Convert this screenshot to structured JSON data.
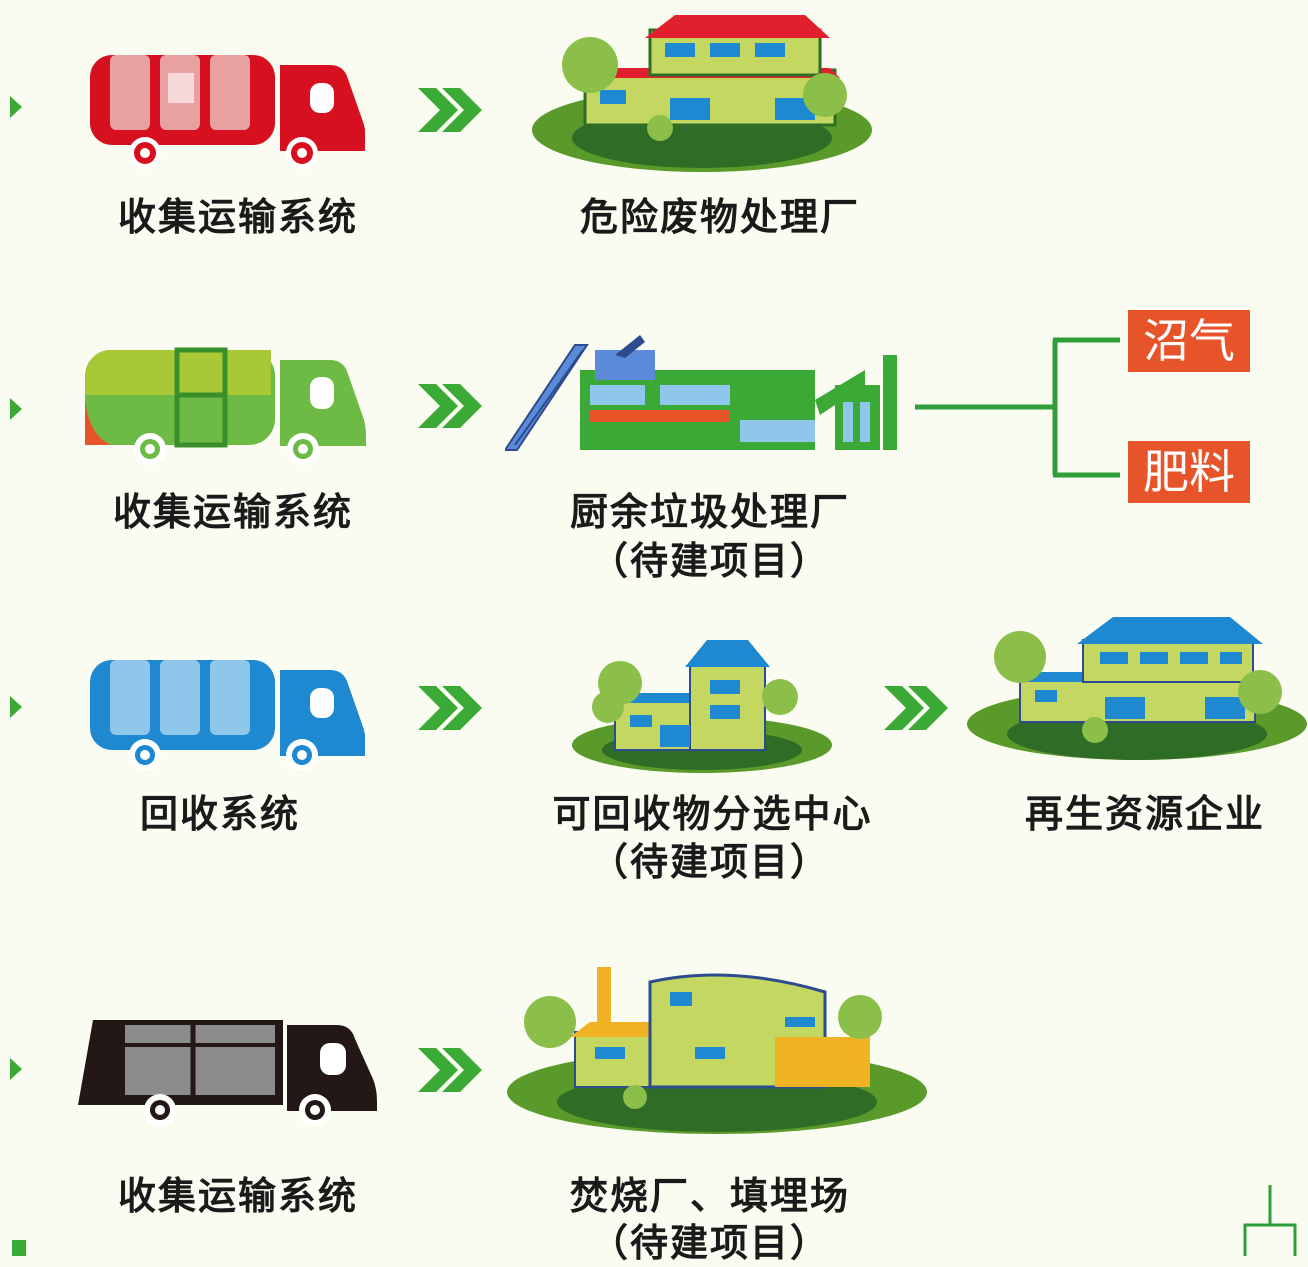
{
  "rows": [
    {
      "source": "收集运输系统",
      "facility": "危险废物处理厂"
    },
    {
      "source": "收集运输系统",
      "facility": "厨余垃圾处理厂",
      "status": "（待建项目）",
      "products": [
        "沼气",
        "肥料"
      ]
    },
    {
      "source": "回收系统",
      "facility": "可回收物分选中心",
      "status": "（待建项目）",
      "next": "再生资源企业"
    },
    {
      "source": "收集运输系统",
      "facility": "焚烧厂、填埋场",
      "status": "（待建项目）"
    }
  ],
  "colors": {
    "hazard_truck": "#d7101f",
    "kitchen_truck": "#6dbb45",
    "recycle_truck": "#1e88d0",
    "other_truck": "#231815",
    "arrow": "#3aa935",
    "product_box": "#e8542a",
    "connector": "#2f9e3a"
  }
}
